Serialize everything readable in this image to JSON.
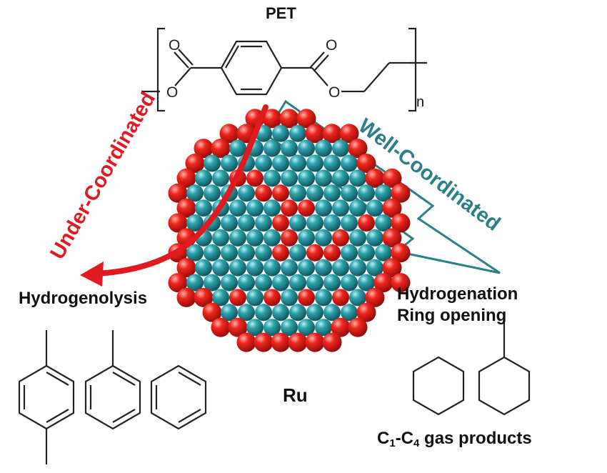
{
  "polymer": {
    "title": "PET",
    "repeat_subscript": "n",
    "atom_label": "O"
  },
  "catalyst": {
    "label": "Ru",
    "colors": {
      "surface_site": "#e8151b",
      "core_site": "#2c9ba6"
    }
  },
  "pathways": {
    "under": {
      "label": "Under-Coordinated",
      "color": "#e01a1f",
      "process": "Hydrogenolysis"
    },
    "well": {
      "label": "Well-Coordinated",
      "color": "#2b7f86",
      "process_line1": "Hydrogenation",
      "process_line2": "Ring opening"
    }
  },
  "products": {
    "gas": {
      "prefix": "C",
      "sub1": "1",
      "dash": "-C",
      "sub2": "4",
      "suffix": " gas products"
    }
  },
  "icons": [
    "curved-arrow-icon",
    "zigzag-arrow-icon"
  ]
}
